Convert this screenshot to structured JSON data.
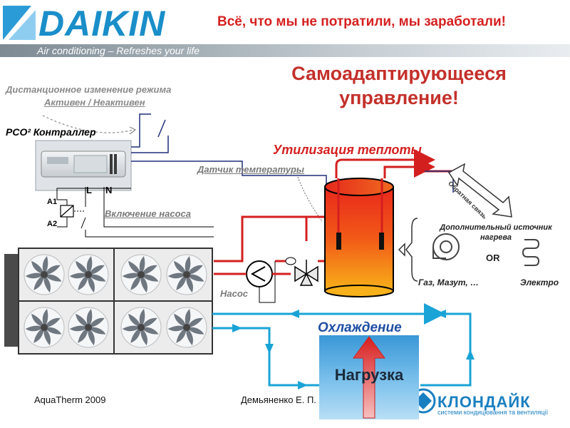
{
  "header": {
    "brand": "DAIKIN",
    "slogan": "Air conditioning – Refreshes your life",
    "tagline": "Всё, что мы не потратили, мы заработали!"
  },
  "main_title": {
    "line1": "Самоадаптирующееся",
    "line2": "управление!"
  },
  "remote": {
    "line1": "Дистанционное изменение режима",
    "line2": "Активен / Неактивен"
  },
  "controller_label": "PCO² Контраллер",
  "terminals": {
    "L": "L",
    "N": "N",
    "A1": "A1",
    "A2": "A2"
  },
  "pump_enable_label": "Включение насоса",
  "temp_sensor_label": "Датчик температуры",
  "heat_recovery_label": "Утилизация теплоты",
  "feedback_label": "Обратная связь",
  "extra_source": {
    "title": "Дополнительный источник нагрева",
    "or": "OR",
    "fuel": "Газ, Мазут, …",
    "electric": "Электро"
  },
  "pump_label": "Насос",
  "cooling_label": "Охлаждение",
  "load_label": "Нагрузка",
  "footer": {
    "left": "AquaTherm 2009",
    "middle": "Демьяненко Е. П."
  },
  "partner_logo": {
    "name": "КЛОНДАЙК",
    "subtitle": "системи кондицювання та вентиляції"
  },
  "colors": {
    "brand_blue": "#1a8ec9",
    "accent_red": "#d42020",
    "water_blue": "#1aa3d6",
    "hot_red": "#d41f1f",
    "title_red": "#c4302b"
  }
}
